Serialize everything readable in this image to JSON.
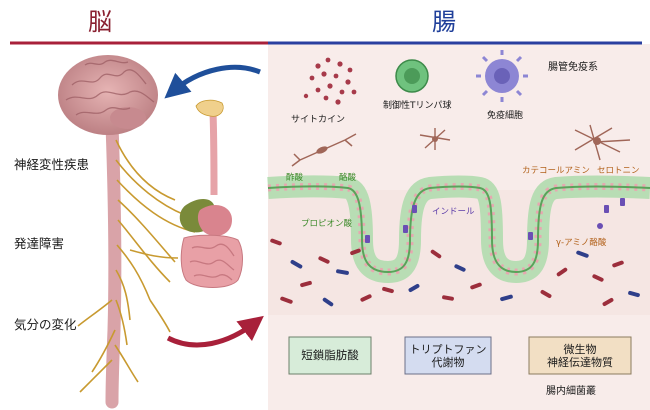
{
  "headers": {
    "brain": "脳",
    "gut": "腸"
  },
  "left_labels": {
    "neuro": "神経変性疾患",
    "dev": "発達障害",
    "mood": "気分の変化"
  },
  "gut_labels": {
    "immune_system": "腸管免疫系",
    "cytokine": "サイトカイン",
    "treg": "制御性Tリンパ球",
    "immune_cell": "免疫細胞",
    "acetic": "酢酸",
    "butyric": "酪酸",
    "catecholamine": "カテコールアミン",
    "serotonin": "セロトニン",
    "propionic": "プロピオン酸",
    "indole": "インドール",
    "gaba": "γ-アミノ酪酸",
    "microbiota": "腸内細菌叢"
  },
  "boxes": {
    "scfa": "短鎖脂肪酸",
    "trp_1": "トリプトファン",
    "trp_2": "代謝物",
    "neuro_1": "微生物",
    "neuro_2": "神経伝達物質"
  },
  "colors": {
    "brain_line": "#a8203a",
    "gut_line": "#2a3fa0",
    "arrow_blue": "#1f4f9a",
    "arrow_red": "#a8203a",
    "box_green": "#d7ecd9",
    "box_blue": "#d4dcf0",
    "box_orange": "#f2dfc4"
  }
}
